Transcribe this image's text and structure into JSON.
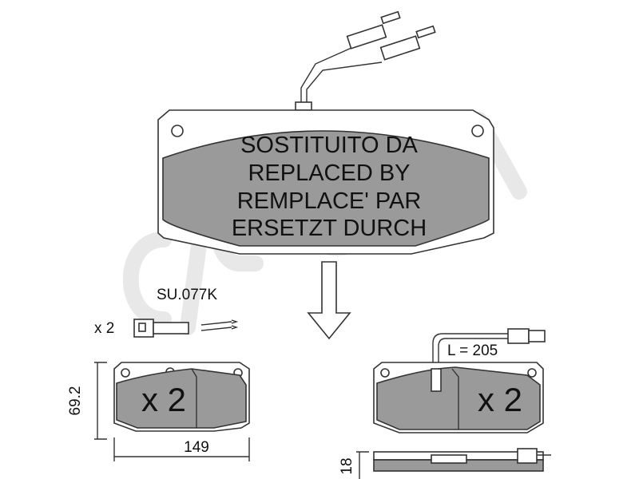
{
  "watermark": {
    "brand": "cifam"
  },
  "top_part": {
    "lines": [
      "SOSTITUITO DA",
      "REPLACED BY",
      "REMPLACE' PAR",
      "ERSETZT DURCH"
    ]
  },
  "sensor_kit": {
    "code": "SU.077K",
    "quantity": "x 2"
  },
  "left_pad": {
    "quantity": "x 2",
    "height": "69.2",
    "width": "149"
  },
  "right_pad": {
    "quantity": "x 2",
    "wire_length": "L = 205",
    "thickness": "18"
  },
  "colors": {
    "friction_material": "#9a9a9a",
    "outline": "#333333",
    "watermark": "#d6d6d6"
  }
}
